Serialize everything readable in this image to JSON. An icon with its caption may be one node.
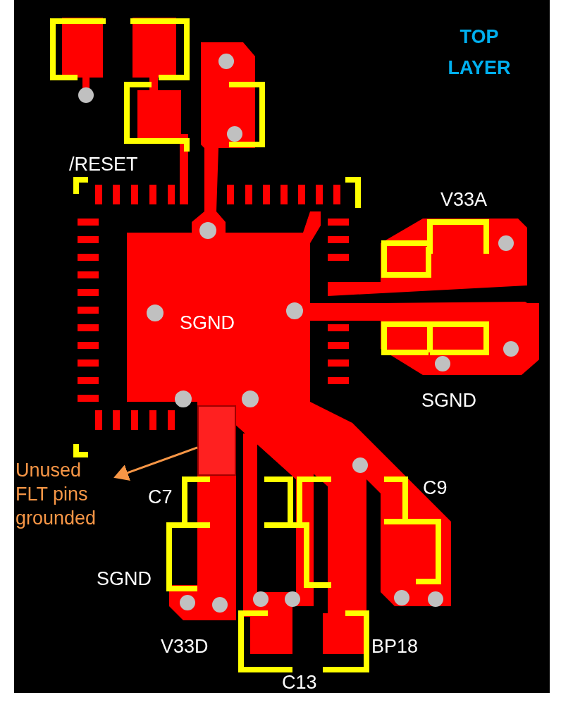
{
  "diagram": {
    "nodes": [
      {
        "text": [
          "Unused FLT pins grounded"
        ]
      },
      {
        "text": [],
        "shape": "bar"
      }
    ],
    "edges": [
      {
        "from": 1,
        "to": 0,
        "arrow": "to"
      }
    ],
    "labels": [
      "TOP LAYER",
      "/RESET",
      "V33A",
      "SGND",
      "SGND",
      "C9",
      "C7",
      "SGND",
      "V33D",
      "BP18",
      "C13"
    ]
  }
}
